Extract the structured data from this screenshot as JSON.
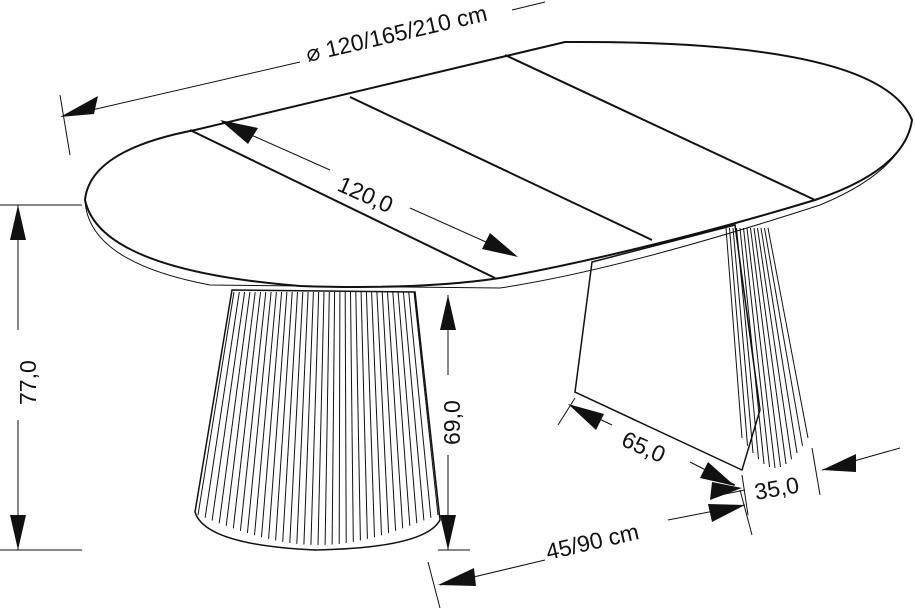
{
  "labels": {
    "diameter": "⌀ 120/165/210 cm",
    "extension_width": "120,0",
    "total_height": "77,0",
    "leg_height": "69,0",
    "leg_depth": "65,0",
    "leg_width": "35,0",
    "extension_leaf": "45/90 cm"
  }
}
